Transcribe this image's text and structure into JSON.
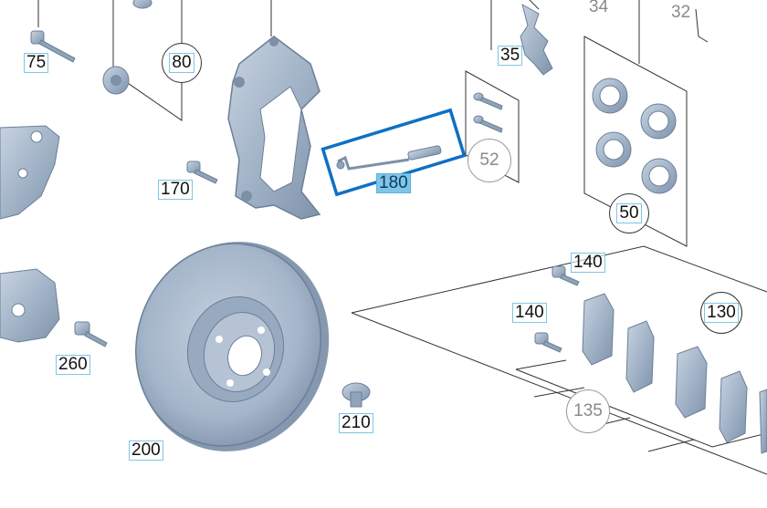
{
  "parts": {
    "p75": "75",
    "p80": "80",
    "p170": "170",
    "p180": "180",
    "p52": "52",
    "p35": "35",
    "p34": "34",
    "p32": "32",
    "p50": "50",
    "p140a": "140",
    "p140b": "140",
    "p130": "130",
    "p260": "260",
    "p200": "200",
    "p210": "210",
    "p135": "135"
  },
  "selected_part": "180",
  "colors": {
    "part_fill": "#a9b9cc",
    "part_shade": "#7f93ab",
    "highlight_box": "#0f6fc6",
    "label_border": "#7fc6e6",
    "line": "#333333"
  }
}
